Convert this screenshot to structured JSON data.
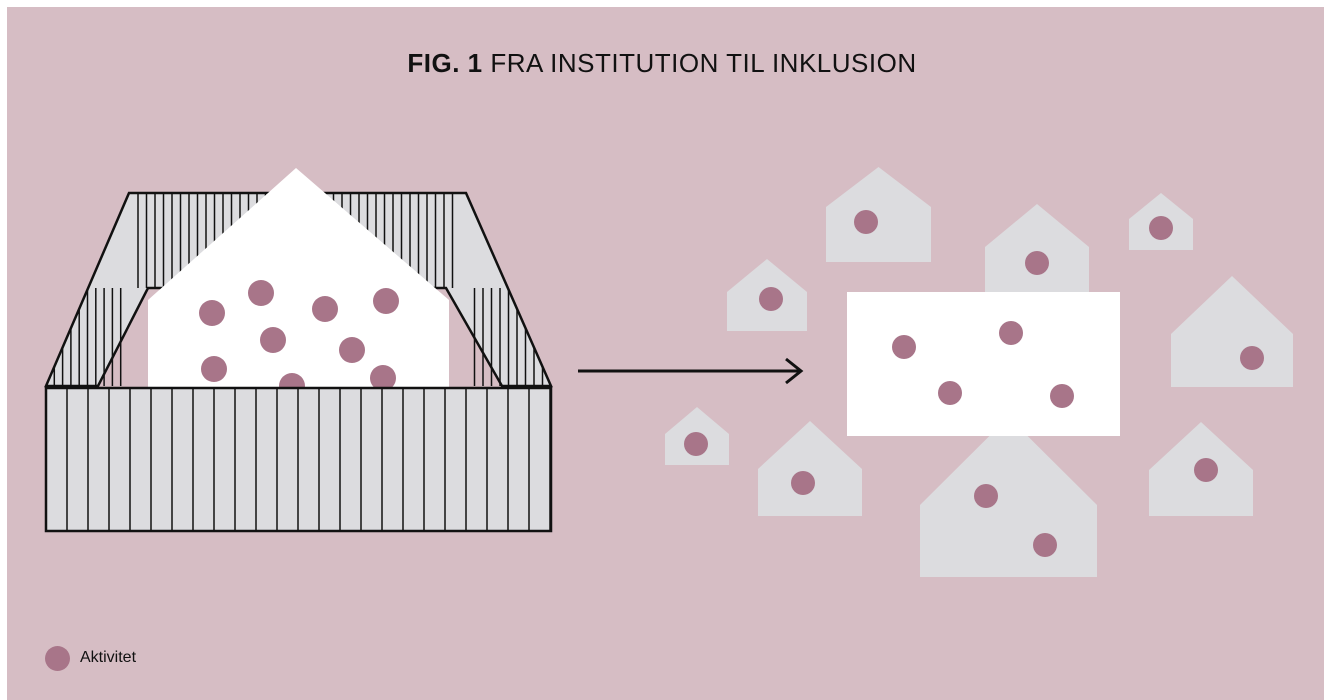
{
  "title": {
    "prefix": "FIG. 1",
    "text": "FRA INSTITUTION TIL INKLUSION"
  },
  "legend": {
    "label": "Aktivitet",
    "marker": "activity-dot"
  },
  "colors": {
    "background": "#d6bdc4",
    "activity": "#a87589",
    "institution": "#ffffff",
    "community_house": "#dcdcdf",
    "community_center": "#ffffff",
    "fence_fill": "#dcdcdf",
    "line": "#111111"
  }
}
